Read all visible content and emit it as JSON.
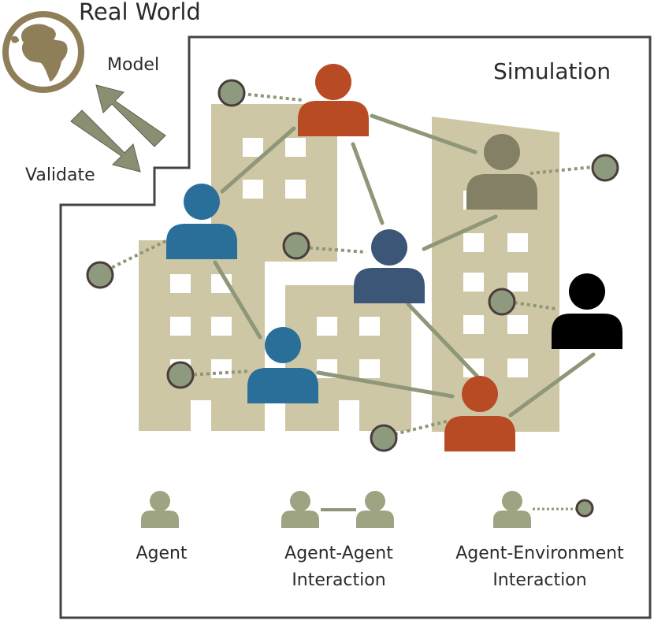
{
  "labels": {
    "real_world": "Real World",
    "simulation": "Simulation",
    "model": "Model",
    "validate": "Validate"
  },
  "legend": {
    "agent": "Agent",
    "agent_agent_line1": "Agent-Agent",
    "agent_agent_line2": "Interaction",
    "agent_env_line1": "Agent-Environment",
    "agent_env_line2": "Interaction"
  },
  "colors": {
    "building": "#cec7a6",
    "window": "#ffffff",
    "frame": "#444444",
    "arrow": "#8a8f72",
    "globe": "#8f7f58",
    "agent_agent_link": "#8e9778",
    "env_node": "#8e9a7e",
    "env_node_stroke": "#4a3c3a",
    "agent_orange": "#b84a24",
    "agent_blue": "#2a6f9a",
    "agent_navy": "#3b5677",
    "agent_grey": "#838066",
    "agent_black": "#000000",
    "legend_agent": "#9ea382"
  }
}
